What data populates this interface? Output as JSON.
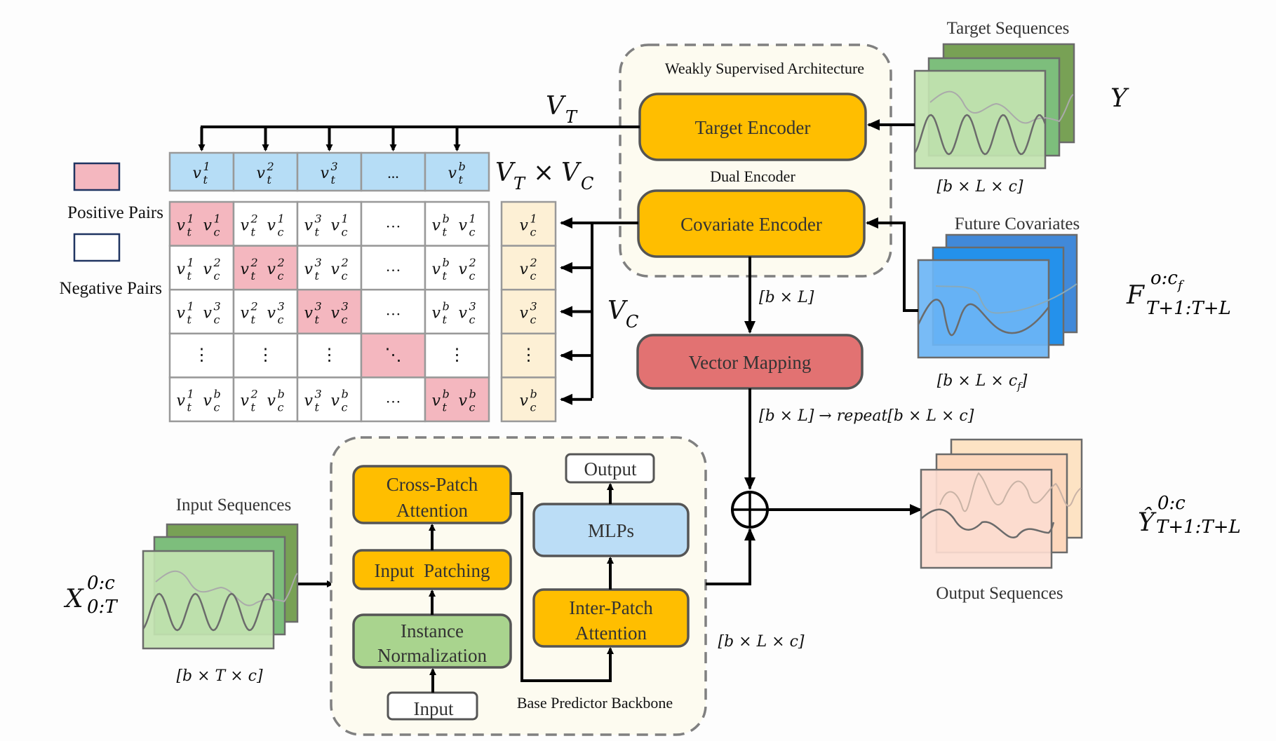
{
  "weakly_supervised": {
    "title": "Weakly Supervised Architecture",
    "target_encoder": "Target Encoder",
    "dual_encoder": "Dual Encoder",
    "covariate_encoder": "Covariate Encoder",
    "dim_after_covariate": "[b × L]"
  },
  "vector_mapping": {
    "label": "Vector Mapping",
    "dim_after": "[b × L] → repeat[b × L × c]"
  },
  "target_sequences": {
    "title": "Target Sequences",
    "dim": "[b × L × c]",
    "symbol": "Y"
  },
  "future_covariates": {
    "title": "Future Covariates",
    "dim": "[b × L × c_f]",
    "symbol": "F",
    "symbol_sup": "o:c_f",
    "symbol_sub": "T+1:T+L"
  },
  "input_sequences": {
    "title": "Input Sequences",
    "dim": "[b × T × c]",
    "symbol": "X",
    "symbol_sup": "0:c",
    "symbol_sub": "0:T"
  },
  "output_sequences": {
    "title": "Output Sequences",
    "symbol": "Ŷ",
    "symbol_sup": "0:c",
    "symbol_sub": "T+1:T+L"
  },
  "backbone": {
    "title": "Base Predictor Backbone",
    "cross_patch": [
      "Cross-Patch",
      "Attention"
    ],
    "input_patching": "Input  Patching",
    "instance_norm": [
      "Instance",
      "Normalization"
    ],
    "input": "Input",
    "output": "Output",
    "mlps": "MLPs",
    "inter_patch": [
      "Inter-Patch",
      "Attention"
    ],
    "dim_out": "[b × L × c]"
  },
  "contrastive": {
    "vt_label": "V",
    "vt_sub": "T",
    "vc_label": "V",
    "vc_sub": "C",
    "product_label": "V_T × V_C",
    "vt_row": [
      {
        "base": "v",
        "sup": "1",
        "sub": "t"
      },
      {
        "base": "v",
        "sup": "2",
        "sub": "t"
      },
      {
        "base": "v",
        "sup": "3",
        "sub": "t"
      },
      {
        "ellipsis": "..."
      },
      {
        "base": "v",
        "sup": "b",
        "sub": "t"
      }
    ],
    "vc_col": [
      {
        "base": "v",
        "sup": "1",
        "sub": "c"
      },
      {
        "base": "v",
        "sup": "2",
        "sub": "c"
      },
      {
        "base": "v",
        "sup": "3",
        "sub": "c"
      },
      {
        "ellipsis": "⋮"
      },
      {
        "base": "v",
        "sup": "b",
        "sub": "c"
      }
    ],
    "t_indices": [
      "1",
      "2",
      "3",
      "…",
      "b"
    ],
    "c_indices": [
      "1",
      "2",
      "3",
      "⋮",
      "b"
    ],
    "legend": {
      "positive": "Positive Pairs",
      "negative": "Negative Pairs"
    }
  },
  "colors": {
    "encoder": "#FFBE00",
    "vector_mapping": "#E27272",
    "mlp": "#BBDDF6",
    "instance_norm": "#A9D48E",
    "positive": "#F4B7BF",
    "vt_cell": "#B6DDF6",
    "vc_cell": "#FDF0D5",
    "panel_bg": "#FDFBF0"
  }
}
